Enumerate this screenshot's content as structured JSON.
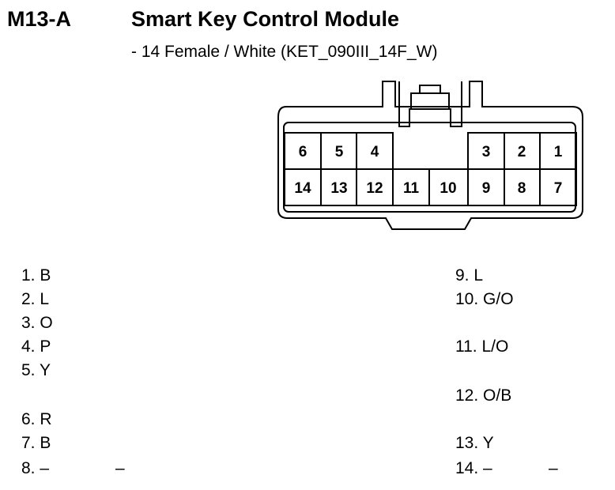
{
  "header": {
    "code": "M13-A",
    "title": "Smart Key Control Module",
    "subtitle": "- 14 Female / White (KET_090III_14F_W)"
  },
  "connector": {
    "top_row": [
      "6",
      "5",
      "4",
      "3",
      "2",
      "1"
    ],
    "bottom_row": [
      "14",
      "13",
      "12",
      "11",
      "10",
      "9",
      "8",
      "7"
    ]
  },
  "pinout_left": [
    "1. B",
    "2. L",
    "3. O",
    "4. P",
    "5. Y",
    "6. R",
    "7. B",
    "8. –"
  ],
  "pinout_right": [
    "9. L",
    "10. G/O",
    "11. L/O",
    "12. O/B",
    "13. Y",
    "14. –"
  ],
  "dash": "–"
}
